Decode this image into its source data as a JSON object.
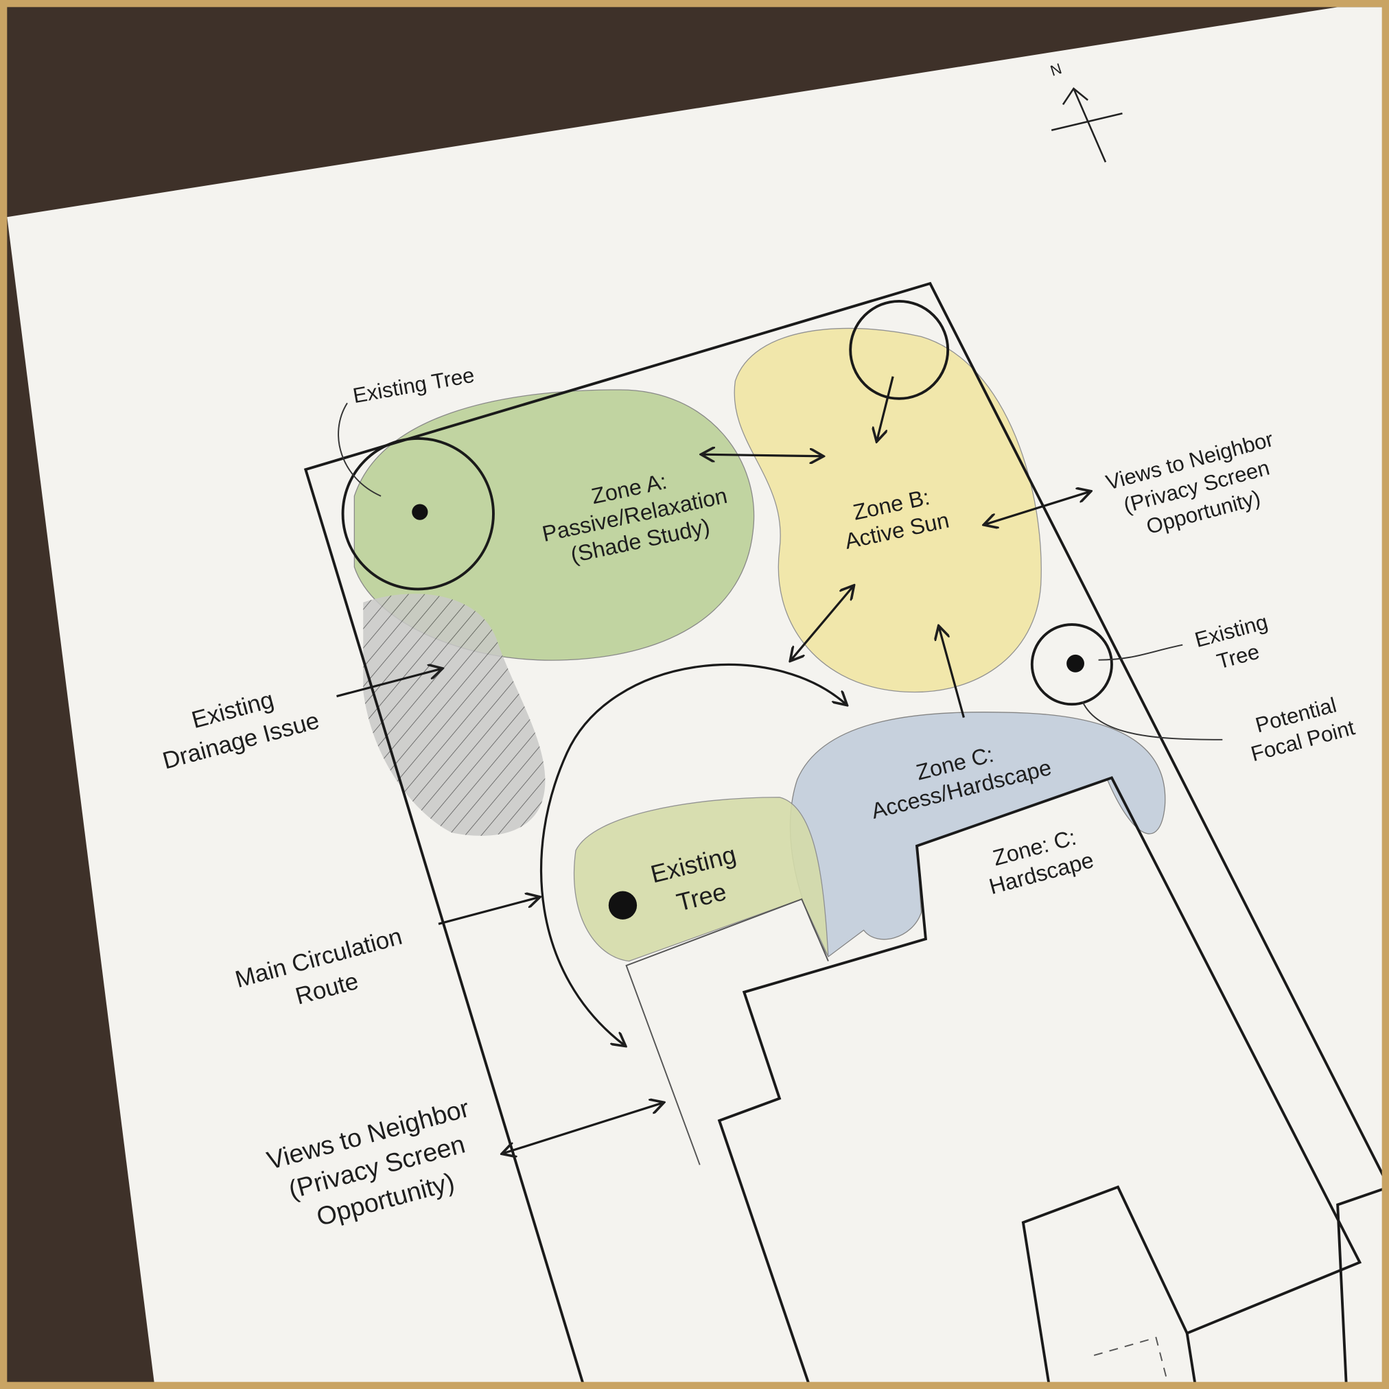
{
  "compass": {
    "north_label": "N"
  },
  "zones": {
    "zone_a": {
      "line1": "Zone A:",
      "line2": "Passive/Relaxation",
      "line3": "(Shade Study)",
      "color": "#b9cf94"
    },
    "zone_b": {
      "line1": "Zone B:",
      "line2": "Active Sun",
      "color": "#f1e6a4"
    },
    "zone_c": {
      "line1": "Zone C:",
      "line2": "Access/Hardscape",
      "color": "#c3cedc"
    },
    "zone_c_inner": {
      "line1": "Zone: C:",
      "line2": "Hardscape"
    },
    "tree_patch": {
      "line1": "Existing",
      "line2": "Tree",
      "color": "#d5dcaa"
    }
  },
  "annotations": {
    "existing_tree_top": "Existing Tree",
    "existing_tree_right": {
      "line1": "Existing",
      "line2": "Tree"
    },
    "focal_point": {
      "line1": "Potential",
      "line2": "Focal Point"
    },
    "views_right": {
      "line1": "Views to Neighbor",
      "line2": "(Privacy Screen",
      "line3": "Opportunity)"
    },
    "views_left": {
      "line1": "Views to Neighbor",
      "line2": "(Privacy Screen",
      "line3": "Opportunity)"
    },
    "drainage": {
      "line1": "Existing",
      "line2": "Drainage Issue"
    },
    "circulation": {
      "line1": "Main Circulation",
      "line2": "Route"
    }
  },
  "colors": {
    "frame": "#c9a464",
    "paper": "#f4f3ef",
    "wood": "#3e3129",
    "drainage": "#9a9a9a"
  }
}
